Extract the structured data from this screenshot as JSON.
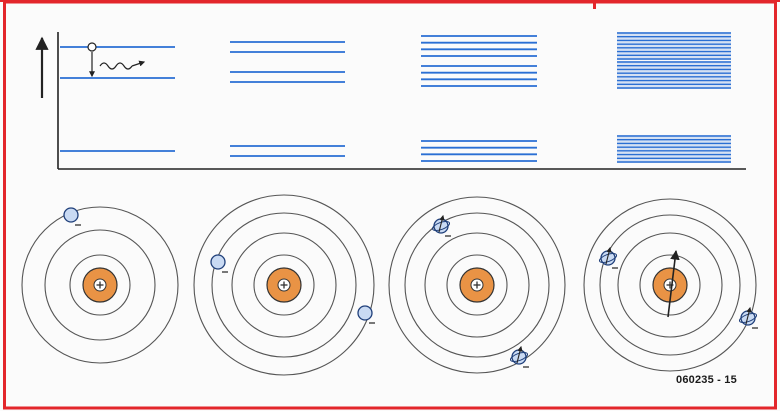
{
  "figure_id": "060235 - 15",
  "colors": {
    "border": "#e3262b",
    "level_line": "#2a6fd4",
    "nucleus_fill": "#e99345",
    "axis": "#222222",
    "orbit": "#555555",
    "electron_fill": "#c9daf3"
  },
  "symbols": {
    "nucleus": "plus-sign",
    "electron_charge": "minus-sign",
    "photon": "wavy-arrow"
  },
  "panels": [
    {
      "id": "1",
      "levels": [
        1,
        1,
        1
      ],
      "orbit_count": 3,
      "electron_count": 1,
      "spin_markers": false
    },
    {
      "id": "2",
      "levels": [
        2,
        2,
        2
      ],
      "orbit_count": 4,
      "electron_count": 2,
      "spin_markers": false
    },
    {
      "id": "3",
      "levels": [
        4,
        4,
        4
      ],
      "orbit_count": 4,
      "electron_count": 2,
      "spin_markers": true
    },
    {
      "id": "4",
      "levels": [
        8,
        8,
        8
      ],
      "orbit_count": 4,
      "electron_count": 2,
      "spin_markers": true
    }
  ]
}
